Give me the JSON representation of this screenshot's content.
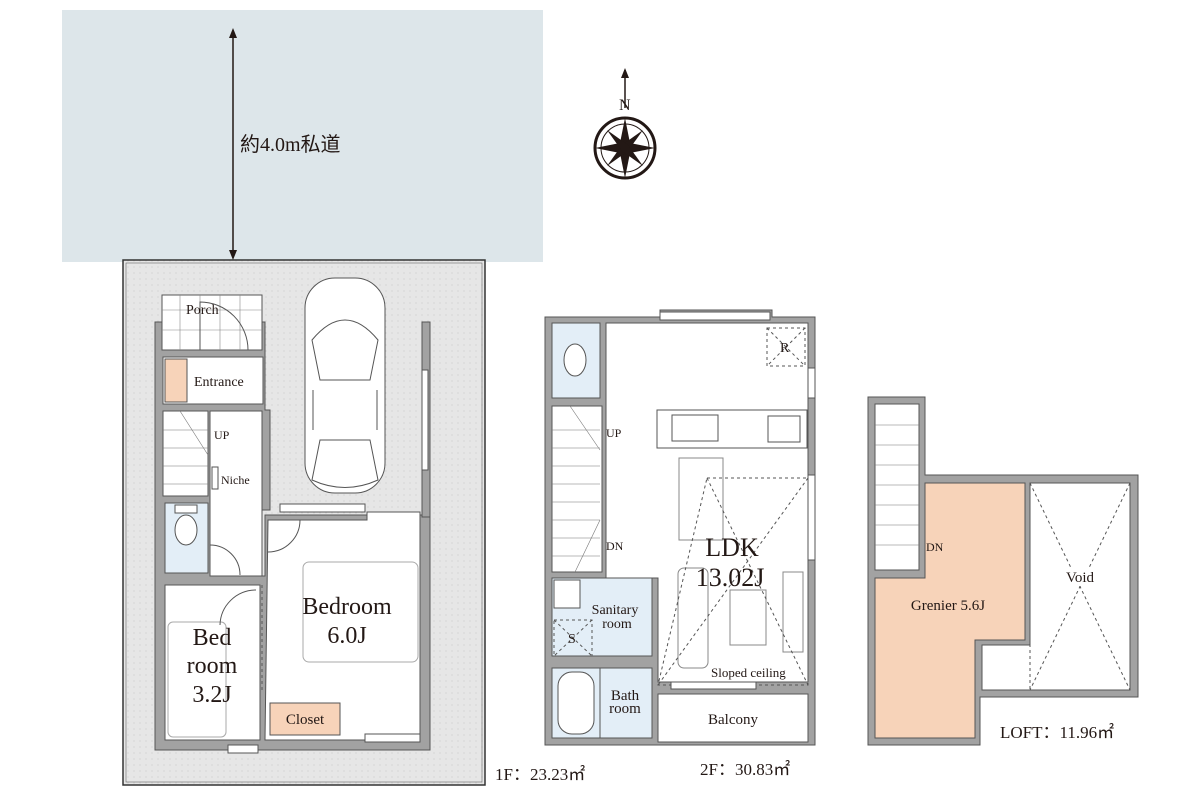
{
  "road": {
    "label": "約4.0m私道"
  },
  "compass": {
    "north_label": "N"
  },
  "colors": {
    "road": "#dde6ea",
    "lot": "#e6e6e6",
    "wall": "#a2a2a2",
    "wet_area": "#e3eef7",
    "storage": "#f7d3b9"
  },
  "floor1": {
    "area_label": "1F：23.23㎡",
    "rooms": {
      "porch": "Porch",
      "entrance": "Entrance",
      "up": "UP",
      "niche": "Niche",
      "bedroom_name": "Bedroom",
      "bedroom_size": "6.0J",
      "bed_room_1": "Bed",
      "bed_room_2": "room",
      "bed_room_size": "3.2J",
      "closet": "Closet"
    }
  },
  "floor2": {
    "area_label": "2F：30.83㎡",
    "rooms": {
      "r": "R",
      "up": "UP",
      "dn": "DN",
      "ldk_name": "LDK",
      "ldk_size": "13.02J",
      "sanitary_1": "Sanitary",
      "sanitary_2": "room",
      "s": "S",
      "bath_1": "Bath",
      "bath_2": "room",
      "sloped_ceiling": "Sloped ceiling",
      "balcony": "Balcony"
    }
  },
  "loft": {
    "area_label": "LOFT：11.96㎡",
    "rooms": {
      "dn": "DN",
      "grenier": "Grenier 5.6J",
      "void": "Void"
    }
  }
}
